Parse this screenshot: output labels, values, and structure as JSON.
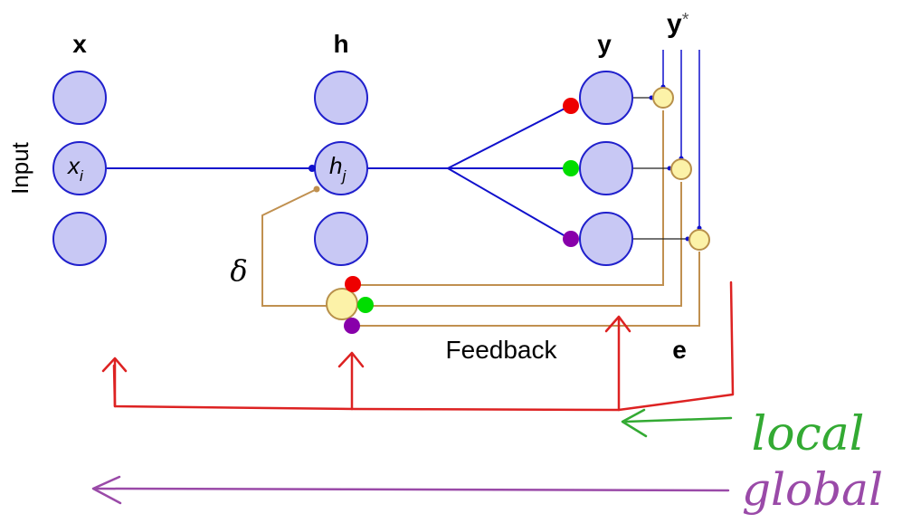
{
  "labels": {
    "x": "x",
    "h": "h",
    "y": "y",
    "ystar_base": "y",
    "ystar_mark": "*",
    "xi_base": "x",
    "xi_sub": "i",
    "hj_base": "h",
    "hj_sub": "j",
    "input": "Input",
    "delta": "δ",
    "feedback": "Feedback",
    "e": "e",
    "local": "local",
    "global": "global"
  },
  "colors": {
    "neuron_fill": "#c8c8f4",
    "neuron_stroke": "#2020cc",
    "error_fill": "#fcf2a8",
    "error_stroke": "#b8904a",
    "connection": "#1010cc",
    "feedback_line": "#c09050",
    "dot_red": "#ee0000",
    "dot_green": "#00dd00",
    "dot_purple": "#8800aa",
    "annot_red": "#dd2222",
    "annot_green": "#33aa33",
    "annot_purple": "#9a4aa8"
  }
}
